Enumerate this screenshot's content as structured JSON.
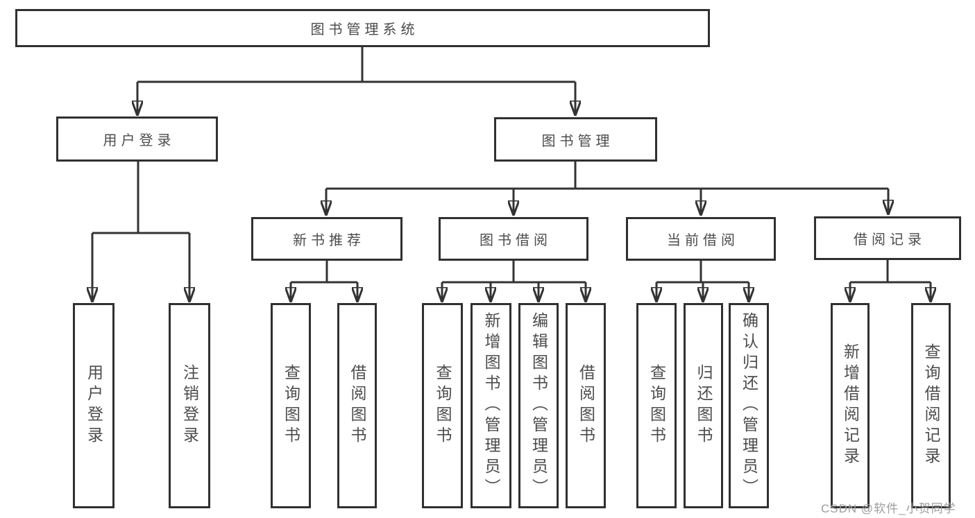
{
  "tree": {
    "root": {
      "label": "图书管理系统"
    },
    "branches": [
      {
        "label": "用户登录",
        "children": [
          {
            "label": "用户登录"
          },
          {
            "label": "注销登录"
          }
        ]
      },
      {
        "label": "图书管理",
        "children": [
          {
            "label": "新书推荐",
            "children": [
              {
                "label": "查询图书"
              },
              {
                "label": "借阅图书"
              }
            ]
          },
          {
            "label": "图书借阅",
            "children": [
              {
                "label": "查询图书"
              },
              {
                "label": "新增图书（管理员）"
              },
              {
                "label": "编辑图书（管理员）"
              },
              {
                "label": "借阅图书"
              }
            ]
          },
          {
            "label": "当前借阅",
            "children": [
              {
                "label": "查询图书"
              },
              {
                "label": "归还图书"
              },
              {
                "label": "确认归还（管理员）"
              }
            ]
          },
          {
            "label": "借阅记录",
            "children": [
              {
                "label": "新增借阅记录"
              },
              {
                "label": "查询借阅记录"
              }
            ]
          }
        ]
      }
    ]
  },
  "watermark": {
    "text": "CSDN @软件_小贺同学"
  },
  "colors": {
    "line": "#333333",
    "box_border": "#303030",
    "text": "#4c4c4c",
    "watermark": "#9c9c9c",
    "background": "#ffffff"
  }
}
